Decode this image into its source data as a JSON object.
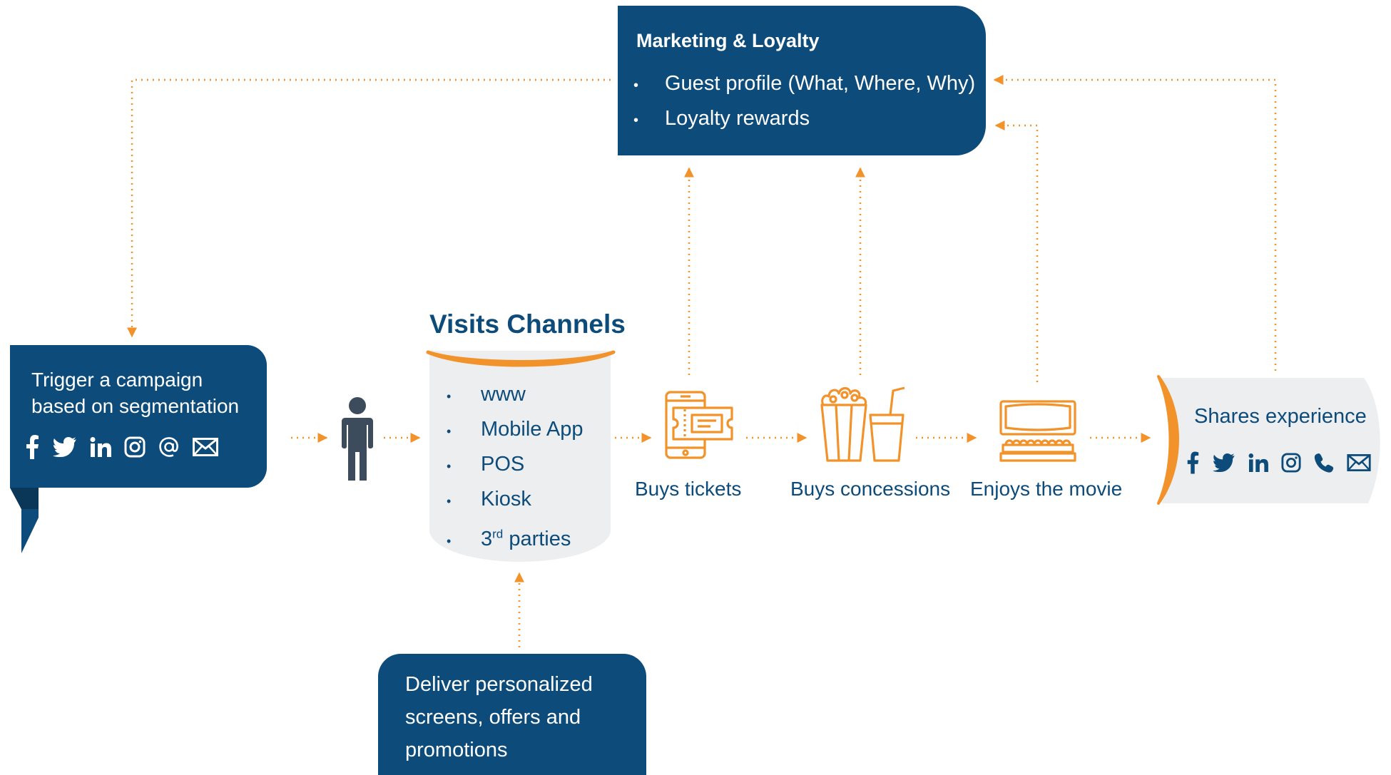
{
  "colors": {
    "navy": "#0c4b7a",
    "orange": "#f2922a",
    "light_gray": "#edeef0",
    "person": "#3d4c5c"
  },
  "marketing_loyalty": {
    "title": "Marketing & Loyalty",
    "items": [
      "Guest profile (What, Where, Why)",
      "Loyalty rewards"
    ]
  },
  "trigger": {
    "text": "Trigger a campaign based on segmentation",
    "icons": [
      "facebook-icon",
      "twitter-icon",
      "linkedin-icon",
      "instagram-icon",
      "at-sign-icon",
      "envelope-icon"
    ]
  },
  "visits": {
    "title": "Visits Channels",
    "items": [
      "www",
      "Mobile App",
      "POS",
      "Kiosk"
    ],
    "last_item": {
      "number": "3",
      "superscript": "rd",
      "text": " parties"
    }
  },
  "steps": {
    "tickets": "Buys tickets",
    "concessions": "Buys concessions",
    "movie": "Enjoys the movie"
  },
  "deliver": {
    "text": "Deliver personalized screens, offers and promotions"
  },
  "shares": {
    "text": "Shares experience",
    "icons": [
      "facebook-icon",
      "twitter-icon",
      "linkedin-icon",
      "instagram-icon",
      "phone-icon",
      "envelope-icon"
    ]
  }
}
